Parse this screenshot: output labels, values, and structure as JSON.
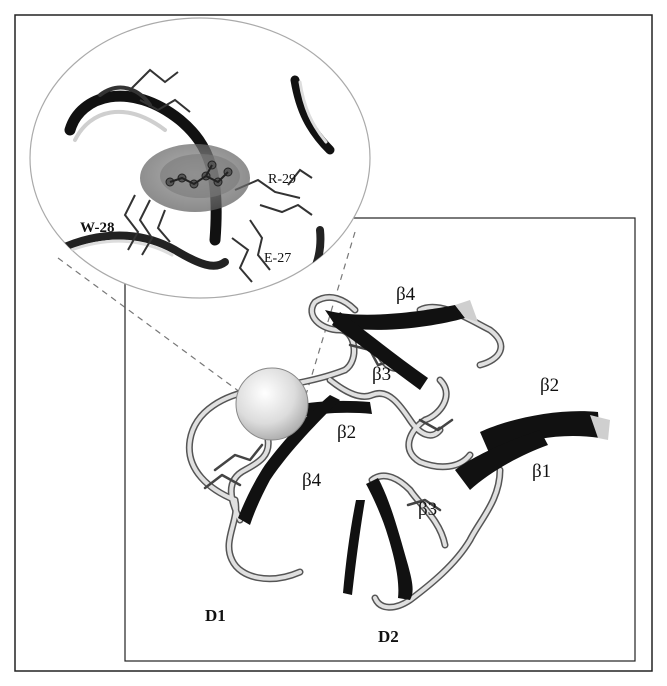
{
  "figure": {
    "inset_labels": {
      "w28": "W-28",
      "r29": "R-29",
      "e27": "E-27"
    },
    "domain_labels": {
      "d1": "D1",
      "d2": "D2"
    },
    "strand_labels": {
      "d1_b2": "β2",
      "d1_b3": "β3",
      "d1_b4_top": "β4",
      "d1_b4_low": "β4",
      "d2_b1": "β1",
      "d2_b2": "β2",
      "d2_b3": "β3"
    },
    "colors": {
      "ribbon_dark": "#111111",
      "ribbon_light": "#d8d8d8",
      "frame": "#222222",
      "surface_blob": "#8a8a8a",
      "highlight_sphere": "#e8e8e8"
    }
  }
}
